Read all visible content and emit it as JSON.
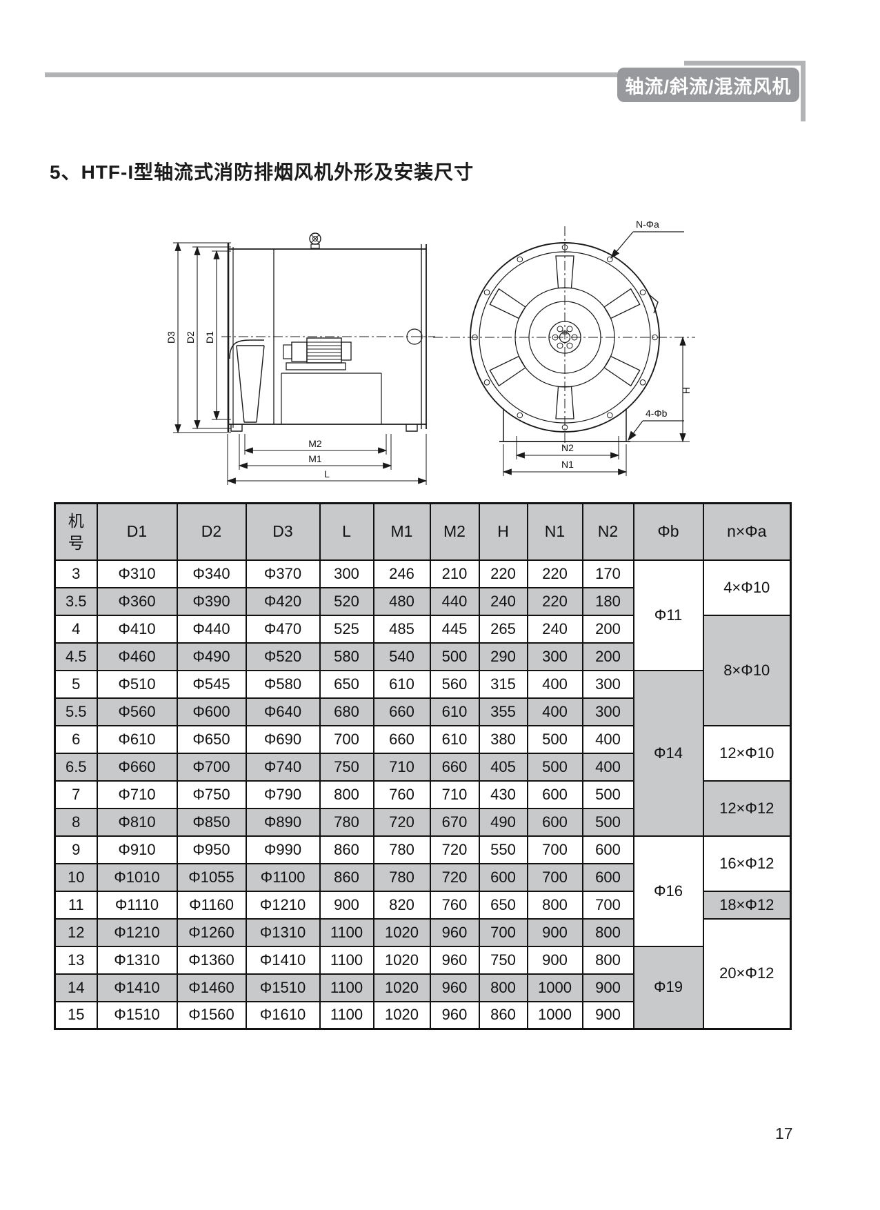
{
  "page": {
    "tag_label": "轴流/斜流/混流风机",
    "section_title": "5、HTF-I型轴流式消防排烟风机外形及安装尺寸",
    "page_number": "17"
  },
  "drawing": {
    "side": {
      "d3": "D3",
      "d2": "D2",
      "d1": "D1",
      "m2": "M2",
      "m1": "M1",
      "l": "L"
    },
    "front": {
      "bolt_note": "N-Φa",
      "h": "H",
      "base_note": "4-Φb",
      "n2": "N2",
      "n1": "N1"
    }
  },
  "table": {
    "headers": [
      "机号",
      "D1",
      "D2",
      "D3",
      "L",
      "M1",
      "M2",
      "H",
      "N1",
      "N2",
      "Φb",
      "n×Φa"
    ],
    "rows": [
      {
        "model": "3",
        "values": [
          "Φ310",
          "Φ340",
          "Φ370",
          "300",
          "246",
          "210",
          "220",
          "220",
          "170"
        ],
        "shaded": false
      },
      {
        "model": "3.5",
        "values": [
          "Φ360",
          "Φ390",
          "Φ420",
          "520",
          "480",
          "440",
          "240",
          "220",
          "180"
        ],
        "shaded": true
      },
      {
        "model": "4",
        "values": [
          "Φ410",
          "Φ440",
          "Φ470",
          "525",
          "485",
          "445",
          "265",
          "240",
          "200"
        ],
        "shaded": false
      },
      {
        "model": "4.5",
        "values": [
          "Φ460",
          "Φ490",
          "Φ520",
          "580",
          "540",
          "500",
          "290",
          "300",
          "200"
        ],
        "shaded": true
      },
      {
        "model": "5",
        "values": [
          "Φ510",
          "Φ545",
          "Φ580",
          "650",
          "610",
          "560",
          "315",
          "400",
          "300"
        ],
        "shaded": false
      },
      {
        "model": "5.5",
        "values": [
          "Φ560",
          "Φ600",
          "Φ640",
          "680",
          "660",
          "610",
          "355",
          "400",
          "300"
        ],
        "shaded": true
      },
      {
        "model": "6",
        "values": [
          "Φ610",
          "Φ650",
          "Φ690",
          "700",
          "660",
          "610",
          "380",
          "500",
          "400"
        ],
        "shaded": false
      },
      {
        "model": "6.5",
        "values": [
          "Φ660",
          "Φ700",
          "Φ740",
          "750",
          "710",
          "660",
          "405",
          "500",
          "400"
        ],
        "shaded": true
      },
      {
        "model": "7",
        "values": [
          "Φ710",
          "Φ750",
          "Φ790",
          "800",
          "760",
          "710",
          "430",
          "600",
          "500"
        ],
        "shaded": false
      },
      {
        "model": "8",
        "values": [
          "Φ810",
          "Φ850",
          "Φ890",
          "780",
          "720",
          "670",
          "490",
          "600",
          "500"
        ],
        "shaded": true
      },
      {
        "model": "9",
        "values": [
          "Φ910",
          "Φ950",
          "Φ990",
          "860",
          "780",
          "720",
          "550",
          "700",
          "600"
        ],
        "shaded": false
      },
      {
        "model": "10",
        "values": [
          "Φ1010",
          "Φ1055",
          "Φ1100",
          "860",
          "780",
          "720",
          "600",
          "700",
          "600"
        ],
        "shaded": true
      },
      {
        "model": "11",
        "values": [
          "Φ1110",
          "Φ1160",
          "Φ1210",
          "900",
          "820",
          "760",
          "650",
          "800",
          "700"
        ],
        "shaded": false
      },
      {
        "model": "12",
        "values": [
          "Φ1210",
          "Φ1260",
          "Φ1310",
          "1100",
          "1020",
          "960",
          "700",
          "900",
          "800"
        ],
        "shaded": true
      },
      {
        "model": "13",
        "values": [
          "Φ1310",
          "Φ1360",
          "Φ1410",
          "1100",
          "1020",
          "960",
          "750",
          "900",
          "800"
        ],
        "shaded": false
      },
      {
        "model": "14",
        "values": [
          "Φ1410",
          "Φ1460",
          "Φ1510",
          "1100",
          "1020",
          "960",
          "800",
          "1000",
          "900"
        ],
        "shaded": true
      },
      {
        "model": "15",
        "values": [
          "Φ1510",
          "Φ1560",
          "Φ1610",
          "1100",
          "1020",
          "960",
          "860",
          "1000",
          "900"
        ],
        "shaded": false
      }
    ],
    "phi_b_groups": [
      {
        "label": "Φ11",
        "span": 4,
        "shaded": false
      },
      {
        "label": "Φ14",
        "span": 6,
        "shaded": true
      },
      {
        "label": "Φ16",
        "span": 4,
        "shaded": false
      },
      {
        "label": "Φ19",
        "span": 3,
        "shaded": true
      }
    ],
    "n_phi_a_groups": [
      {
        "label": "4×Φ10",
        "span": 2,
        "shaded": false
      },
      {
        "label": "8×Φ10",
        "span": 4,
        "shaded": true
      },
      {
        "label": "12×Φ10",
        "span": 2,
        "shaded": false
      },
      {
        "label": "12×Φ12",
        "span": 2,
        "shaded": true
      },
      {
        "label": "16×Φ12",
        "span": 2,
        "shaded": false
      },
      {
        "label": "18×Φ12",
        "span": 1,
        "shaded": true
      },
      {
        "label": "20×Φ12",
        "span": 4,
        "shaded": false
      }
    ]
  }
}
